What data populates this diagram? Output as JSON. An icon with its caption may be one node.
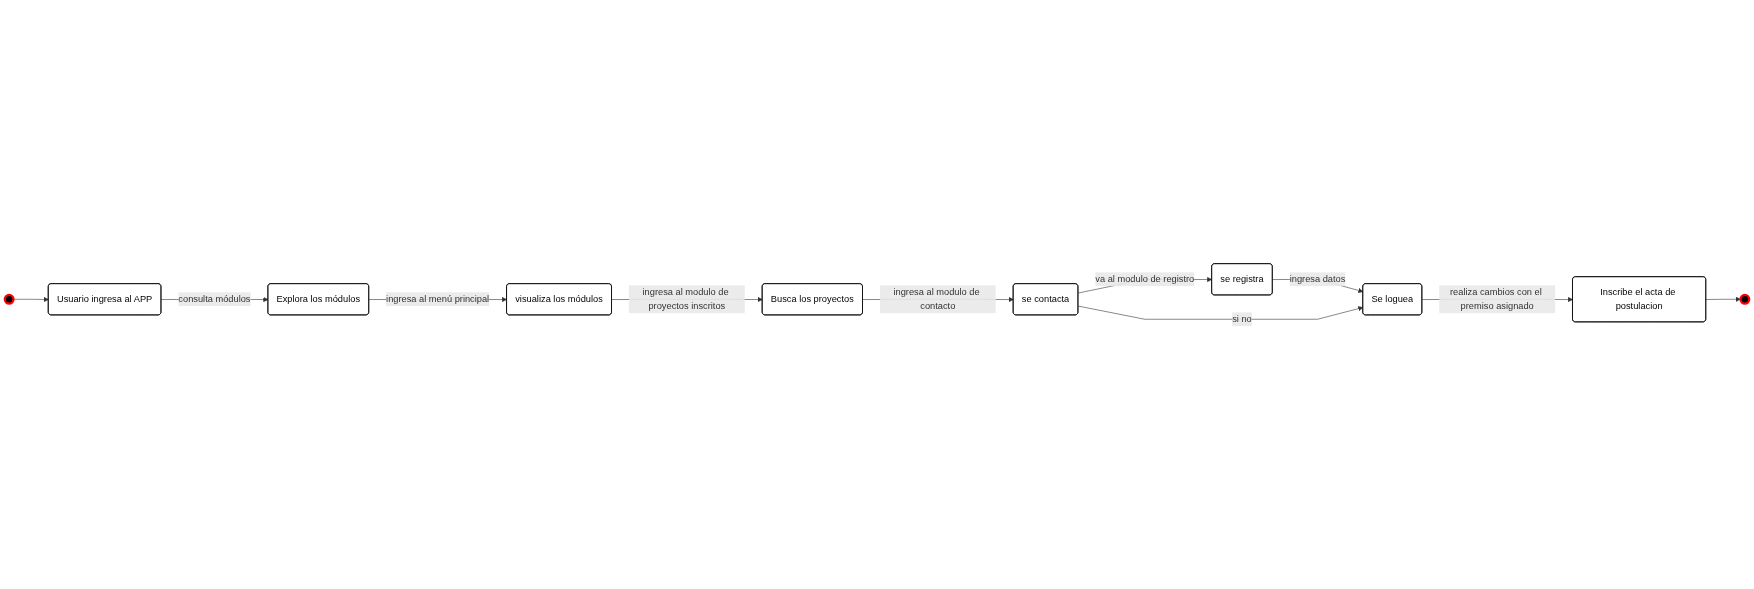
{
  "diagram": {
    "nodes": [
      {
        "text": [],
        "shape": "circle"
      },
      {
        "text": [
          "Usuario ingresa al APP"
        ]
      },
      {
        "text": [
          "Explora los módulos"
        ]
      },
      {
        "text": [
          "visualiza los módulos"
        ]
      },
      {
        "text": [
          "Busca los proyectos"
        ]
      },
      {
        "text": [
          "se contacta"
        ]
      },
      {
        "text": [
          "se registra"
        ]
      },
      {
        "text": [
          "Se loguea"
        ]
      },
      {
        "text": [
          "Inscribe el acta de postulacion"
        ]
      },
      {
        "text": [],
        "shape": "circle"
      }
    ],
    "edges": [
      {
        "from": 0,
        "to": 1,
        "arrow": "to"
      },
      {
        "from": 1,
        "to": 2,
        "arrow": "to",
        "label": "consulta módulos"
      },
      {
        "from": 2,
        "to": 3,
        "arrow": "to",
        "label": "ingresa al menú principal"
      },
      {
        "from": 3,
        "to": 4,
        "arrow": "to",
        "label": "ingresa al modulo de proyectos inscritos"
      },
      {
        "from": 4,
        "to": 5,
        "arrow": "to",
        "label": "ingresa al modulo de contacto"
      },
      {
        "from": 5,
        "to": 6,
        "arrow": "to",
        "label": "va al modulo de registro"
      },
      {
        "from": 6,
        "to": 7,
        "arrow": "to",
        "label": "ingresa datos"
      },
      {
        "from": 5,
        "to": 7,
        "arrow": "to",
        "label": "si no"
      },
      {
        "from": 7,
        "to": 8,
        "arrow": "to",
        "label": "realiza cambios con el premiso asignado"
      },
      {
        "from": 8,
        "to": 9,
        "arrow": "to"
      }
    ]
  }
}
